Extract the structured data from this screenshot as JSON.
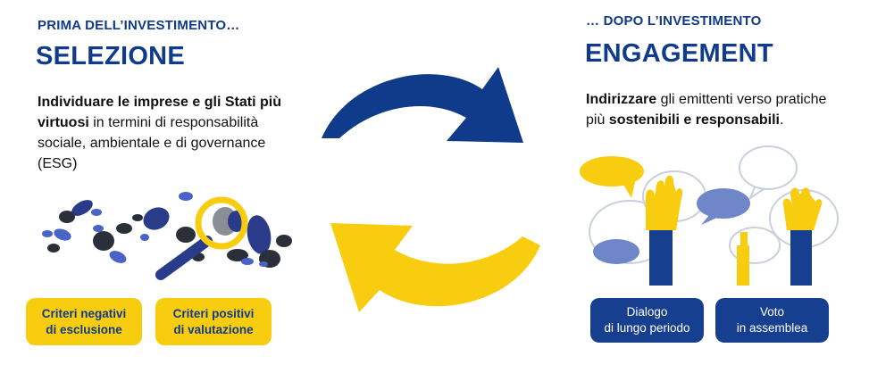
{
  "left": {
    "eyebrow": "PRIMA DELL’INVESTIMENTO…",
    "title": "SELEZIONE",
    "desc_bold": "Individuare le imprese e gli Stati più virtuosi",
    "desc_rest": " in termini di responsabilità sociale, ambientale e di governance (ESG)",
    "pills": [
      "Criteri negativi\ndi esclusione",
      "Criteri positivi\ndi valutazione"
    ]
  },
  "right": {
    "eyebrow": "… DOPO L’INVESTIMENTO",
    "title": "ENGAGEMENT",
    "desc_bold1": "Indirizzare",
    "desc_mid": " gli emittenti verso pratiche più ",
    "desc_bold2": "sostenibili e responsabili",
    "desc_end": ".",
    "pills": [
      "Dialogo\ndi lungo periodo",
      "Voto\nin assemblea"
    ]
  },
  "colors": {
    "blue": "#163f8f",
    "navy": "#103a8a",
    "yellow": "#f9cd0f",
    "stone": "#2a2f3a"
  },
  "icons": [
    "cycle-arrows-icon",
    "stones-illustration",
    "magnifying-glass-icon",
    "speech-bubbles-illustration",
    "raised-hands-illustration"
  ]
}
